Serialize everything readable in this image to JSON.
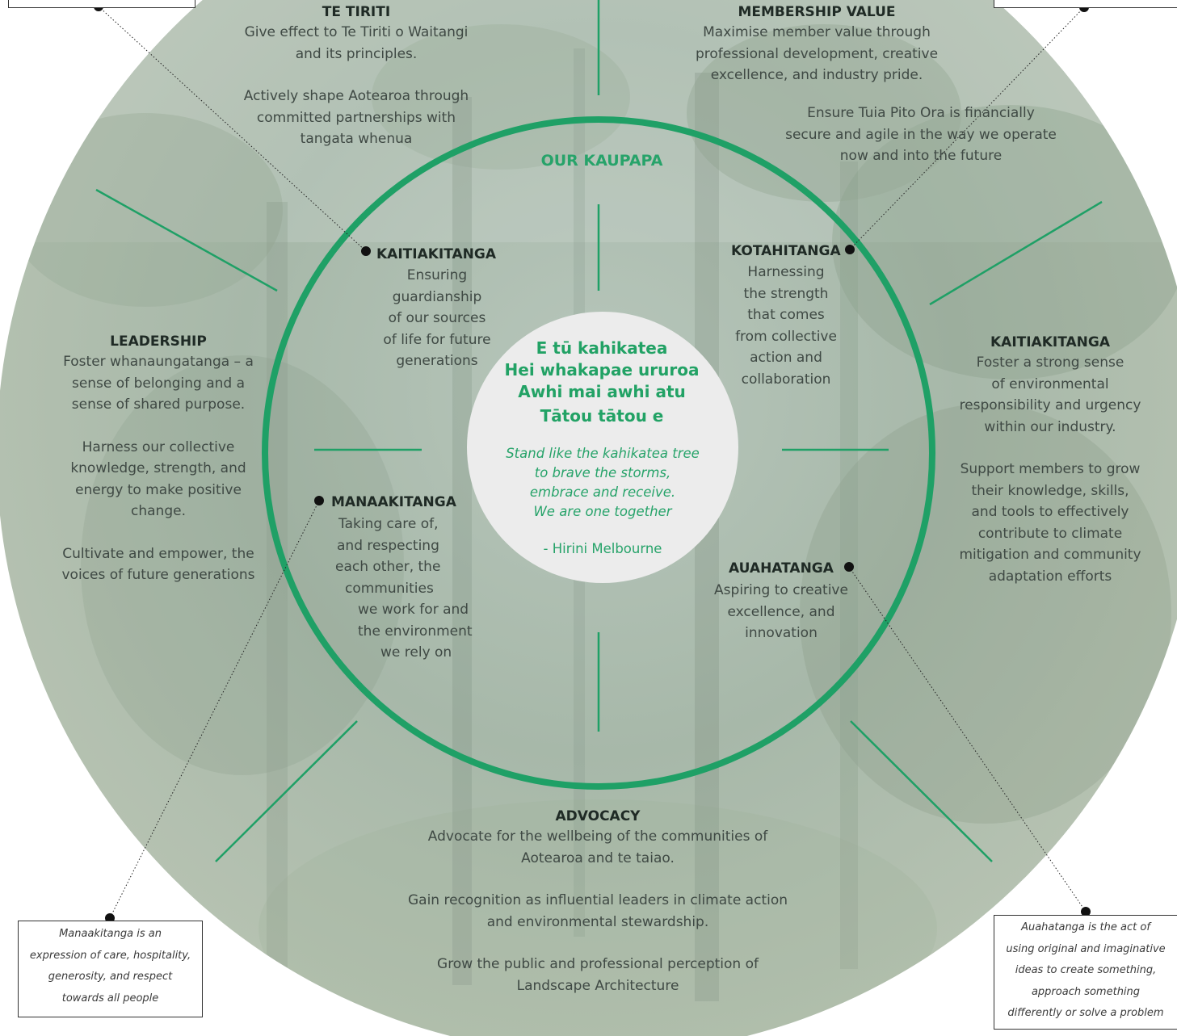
{
  "kaupapa_label": "OUR KAUPAPA",
  "colors": {
    "accent": "#1fa066",
    "text": "#3f4944",
    "heading": "#1f2a25",
    "center_fill": "#ececec"
  },
  "center": {
    "title_lines": [
      "E tū kahikatea",
      "Hei whakapae ururoa",
      "Awhi mai awhi atu",
      "Tātou tātou e"
    ],
    "translation_lines": [
      "Stand like the kahikatea tree",
      "to brave the storms,",
      "embrace and receive.",
      "We are one together"
    ],
    "attribution": "- Hirini Melbourne"
  },
  "outer": {
    "te_tiriti": {
      "heading": "TE TIRITI",
      "paragraphs": [
        [
          "Give effect to Te Tiriti o Waitangi",
          "and its principles."
        ],
        [
          "Actively shape Aotearoa through",
          "committed partnerships with",
          "tangata whenua"
        ]
      ]
    },
    "membership_value": {
      "heading": "MEMBERSHIP VALUE",
      "paragraphs": [
        [
          "Maximise member value through",
          "professional development, creative",
          "excellence, and industry pride."
        ],
        [
          "Ensure Tuia Pito Ora is  financially",
          "secure and agile in the way we operate",
          "now and into the future"
        ]
      ]
    },
    "leadership": {
      "heading": "LEADERSHIP",
      "paragraphs": [
        [
          "Foster whanaungatanga – a",
          "sense of belonging and a",
          "sense of shared purpose."
        ],
        [
          "Harness our collective",
          "knowledge, strength, and",
          "energy to make positive",
          "change."
        ],
        [
          "Cultivate and empower, the",
          "voices of future generations"
        ]
      ]
    },
    "kaitiakitanga": {
      "heading": "KAITIAKITANGA",
      "paragraphs": [
        [
          "Foster a strong sense",
          "of environmental",
          "responsibility  and urgency",
          "within our industry."
        ],
        [
          "Support members to grow",
          "their knowledge, skills,",
          "and tools to effectively",
          "contribute to climate",
          "mitigation and community",
          "adaptation efforts"
        ]
      ]
    },
    "advocacy": {
      "heading": "ADVOCACY",
      "paragraphs": [
        [
          "Advocate for the wellbeing of the communities of",
          "Aotearoa and te taiao."
        ],
        [
          "Gain recognition as influential leaders in climate action",
          "and environmental stewardship."
        ],
        [
          "Grow the public and professional perception of",
          "Landscape Architecture"
        ]
      ]
    }
  },
  "inner": {
    "kaitiakitanga": {
      "heading": "KAITIAKITANGA",
      "lines": [
        "Ensuring",
        "guardianship",
        "of our sources",
        "of life for future",
        "generations"
      ]
    },
    "kotahitanga": {
      "heading": "KOTAHITANGA",
      "lines": [
        "Harnessing",
        "the strength",
        "that comes",
        "from collective",
        "action and",
        "collaboration"
      ]
    },
    "manaakitanga": {
      "heading": "MANAAKITANGA",
      "lines": [
        "Taking care of,",
        "and respecting",
        "each other, the",
        "communities",
        "we work for and",
        "the environment",
        "we rely on"
      ]
    },
    "auahatanga": {
      "heading": "AUAHATANGA",
      "lines": [
        "Aspiring to creative",
        "excellence, and",
        "innovation"
      ]
    }
  },
  "callouts": {
    "manaakitanga": [
      "Manaakitanga is an",
      "expression of care, hospitality,",
      "generosity, and  respect",
      "towards all people"
    ],
    "auahatanga": [
      "Auahatanga is the act of",
      "using original and imaginative",
      "ideas to create something,",
      "approach something",
      "differently or solve a problem"
    ]
  }
}
